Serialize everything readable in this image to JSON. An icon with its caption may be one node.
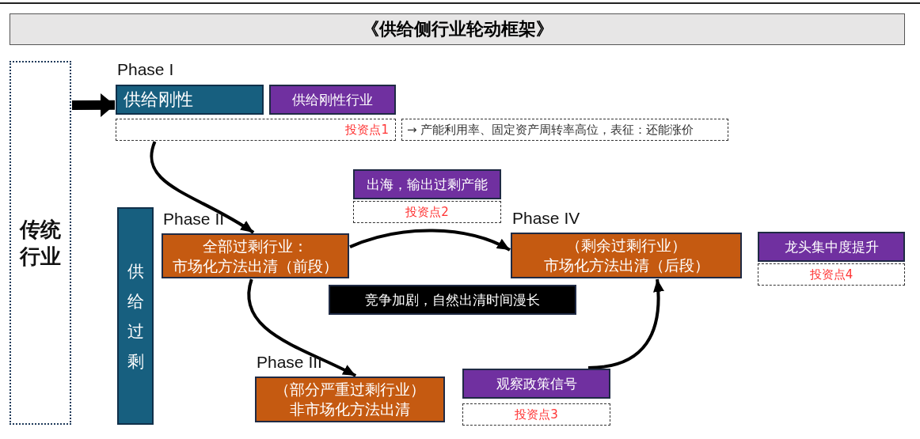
{
  "diagram": {
    "title": "《供给侧行业轮动框架》",
    "nodes": [
      {
        "text": [
          "传统行业"
        ]
      },
      {
        "text": [
          "供给刚性"
        ],
        "beside": [
          "Phase I"
        ]
      },
      {
        "text": [
          "供给刚性行业"
        ]
      },
      {
        "text": [
          "投资点1"
        ]
      },
      {
        "text": [
          "→ 产能利用率、固定资产周转率高位，表征：还能涨价"
        ]
      },
      {
        "text": [
          "供给过剩"
        ]
      },
      {
        "text": [
          "全部过剩行业：",
          "市场化方法出清（前段）"
        ],
        "beside": [
          "Phase II"
        ]
      },
      {
        "text": [
          "出海，输出过剩产能"
        ]
      },
      {
        "text": [
          "投资点2"
        ]
      },
      {
        "text": [
          "（剩余过剩行业）",
          "市场化方法出清（后段）"
        ],
        "beside": [
          "Phase IV"
        ]
      },
      {
        "text": [
          "龙头集中度提升"
        ]
      },
      {
        "text": [
          "投资点4"
        ]
      },
      {
        "text": [
          "竞争加剧，自然出清时间漫长"
        ]
      },
      {
        "text": [
          "（部分严重过剩行业）",
          "非市场化方法出清"
        ],
        "beside": [
          "Phase III"
        ]
      },
      {
        "text": [
          "观察政策信号"
        ]
      },
      {
        "text": [
          "投资点3"
        ]
      }
    ],
    "edges": [
      {
        "from": 0,
        "to": 1,
        "arrow": "to",
        "style": "thick"
      },
      {
        "from": 3,
        "to": 6,
        "arrow": "to"
      },
      {
        "from": 6,
        "to": 13,
        "arrow": "to"
      },
      {
        "from": 6,
        "to": 9,
        "arrow": "to"
      },
      {
        "from": 14,
        "to": 9,
        "arrow": "to"
      }
    ]
  }
}
